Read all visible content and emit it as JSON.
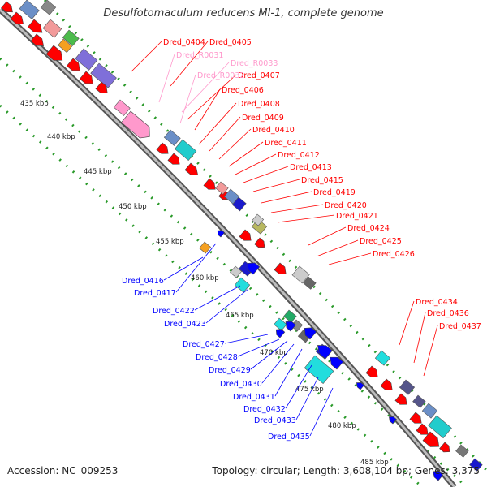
{
  "title": "Desulfotomaculum reducens MI-1, complete genome",
  "footer": {
    "accession": "Accession: NC_009253",
    "info": "Topology: circular; Length: 3,608,104 bp; Genes: 3,375"
  },
  "colors": {
    "forward_gene": "#ff0000",
    "reverse_gene": "#0000ff",
    "rna_gene": "#ff99cc",
    "backbone": "#888888",
    "ticks": "#2a9a2a"
  },
  "ruler": [
    "435 kbp",
    "440 kbp",
    "445 kbp",
    "450 kbp",
    "455 kbp",
    "460 kbp",
    "465 kbp",
    "470 kbp",
    "475 kbp",
    "480 kbp",
    "485 kbp"
  ],
  "labels": {
    "forward": [
      "Dred_0404",
      "Dred_0405",
      "Dred_0406",
      "Dred_0407",
      "Dred_0408",
      "Dred_0409",
      "Dred_0410",
      "Dred_0411",
      "Dred_0412",
      "Dred_0413",
      "Dred_0415",
      "Dred_0419",
      "Dred_0420",
      "Dred_0421",
      "Dred_0424",
      "Dred_0425",
      "Dred_0426",
      "Dred_0434",
      "Dred_0436",
      "Dred_0437"
    ],
    "rna": [
      "Dred_R0031",
      "Dred_R0033",
      "Dred_R0032"
    ],
    "reverse": [
      "Dred_0416",
      "Dred_0417",
      "Dred_0422",
      "Dred_0423",
      "Dred_0427",
      "Dred_0428",
      "Dred_0429",
      "Dred_0430",
      "Dred_0431",
      "Dred_0432",
      "Dred_0433",
      "Dred_0435"
    ]
  }
}
